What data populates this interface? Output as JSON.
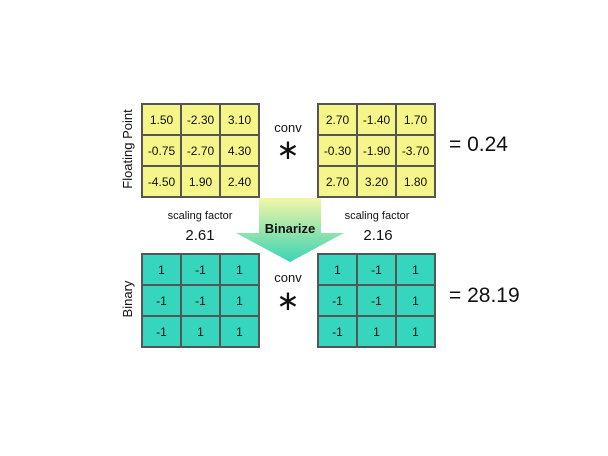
{
  "labels": {
    "floating_point": "Floating Point",
    "binary": "Binary",
    "binarize": "Binarize",
    "conv_top": "conv",
    "conv_bottom": "conv",
    "star_top": "∗",
    "star_bottom": "∗"
  },
  "floating": {
    "left": [
      [
        "1.50",
        "-2.30",
        "3.10"
      ],
      [
        "-0.75",
        "-2.70",
        "4.30"
      ],
      [
        "-4.50",
        "1.90",
        "2.40"
      ]
    ],
    "right": [
      [
        "2.70",
        "-1.40",
        "1.70"
      ],
      [
        "-0.30",
        "-1.90",
        "-3.70"
      ],
      [
        "2.70",
        "3.20",
        "1.80"
      ]
    ],
    "result": "= 0.24"
  },
  "binary": {
    "left": [
      [
        "1",
        "-1",
        "1"
      ],
      [
        "-1",
        "-1",
        "1"
      ],
      [
        "-1",
        "1",
        "1"
      ]
    ],
    "right": [
      [
        "1",
        "-1",
        "1"
      ],
      [
        "-1",
        "-1",
        "1"
      ],
      [
        "-1",
        "1",
        "1"
      ]
    ],
    "result": "= 28.19"
  },
  "scaling": {
    "left_label": "scaling factor",
    "left_value": "2.61",
    "right_label": "scaling factor",
    "right_value": "2.16"
  },
  "colors": {
    "floating_cell": "#f6f58a",
    "binary_cell": "#35d6bd",
    "arrow_top": "#f2f7a6",
    "arrow_bottom": "#3cd3b4"
  }
}
